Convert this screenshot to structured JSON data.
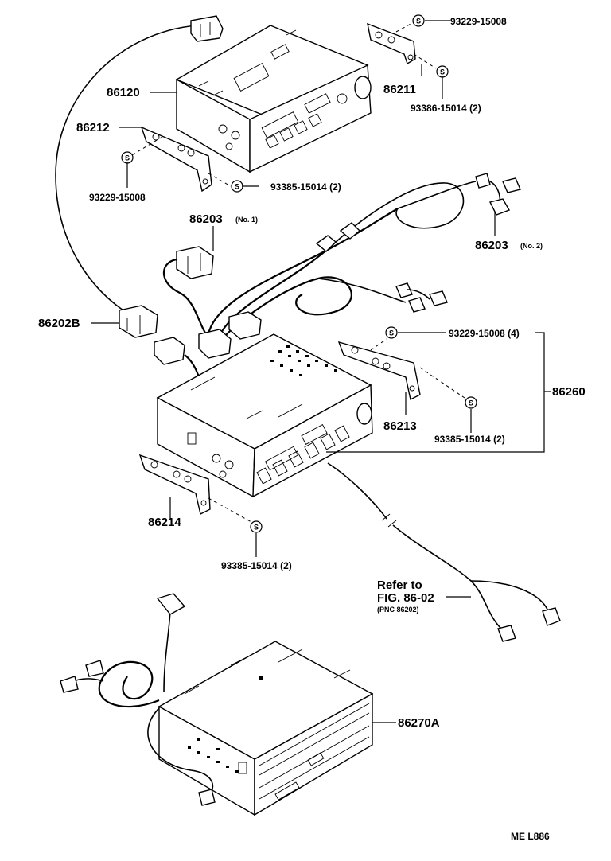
{
  "labels": {
    "p86120": "86120",
    "p86212": "86212",
    "s_93229_a": "93229-15008",
    "s_93385_a": "93385-15014 (2)",
    "s_93229_b": "93229-15008",
    "p86211": "86211",
    "s_93386": "93386-15014 (2)",
    "p86203_1": "86203",
    "p86203_1_note": "(No. 1)",
    "p86203_2": "86203",
    "p86203_2_note": "(No. 2)",
    "p86202B": "86202B",
    "s_93229_c": "93229-15008 (4)",
    "p86260": "86260",
    "p86213": "86213",
    "s_93385_b": "93385-15014 (2)",
    "p86214": "86214",
    "s_93385_c": "93385-15014 (2)",
    "refer_line1": "Refer to",
    "refer_line2": "FIG. 86-02",
    "refer_line3": "(PNC 86202)",
    "p86270A": "86270A",
    "figure_code": "ME  L886",
    "s_symbol": "S"
  }
}
